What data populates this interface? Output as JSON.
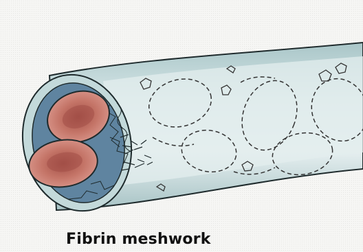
{
  "caption": "Fibrin meshwork",
  "colors": {
    "vessel_wall": "#b9d3d4",
    "vessel_lumen_highlight": "#e2eeee",
    "outline": "#1e2a2c",
    "red_cell": "#c87c70",
    "red_cell_center": "#a45248",
    "clot_blue": "#6f92a8",
    "dashed_meshwork": "#333333"
  },
  "elements": {
    "vessel": "blood-vessel",
    "clot": "blood-clot",
    "red_cells": 2,
    "ghost_cells": 5
  }
}
